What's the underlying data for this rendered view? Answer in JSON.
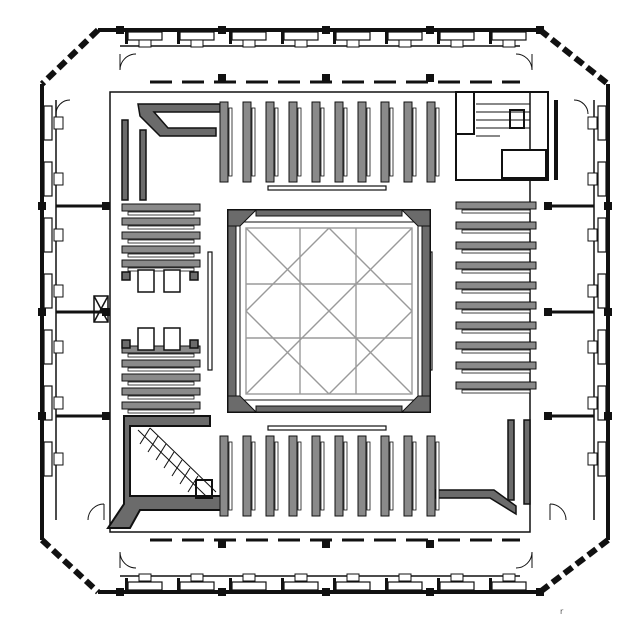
{
  "drawing": {
    "kind": "architectural floor plan",
    "corner_mark": "r"
  },
  "colors": {
    "background": "#ffffff",
    "wall": "#111111",
    "wall_fill": "#6b6b6b",
    "shelf_fill": "#8a8a8a",
    "thin_line": "#222222",
    "atrium_line": "#9a9a9a"
  },
  "stacks": {
    "top_bank_shelves": 10,
    "bottom_bank_shelves": 10,
    "left_bank_shelves": 10,
    "right_bank_shelves": 10
  },
  "carrels": {
    "top_count": 8,
    "bottom_count": 8,
    "left_count": 7,
    "right_count": 7
  }
}
